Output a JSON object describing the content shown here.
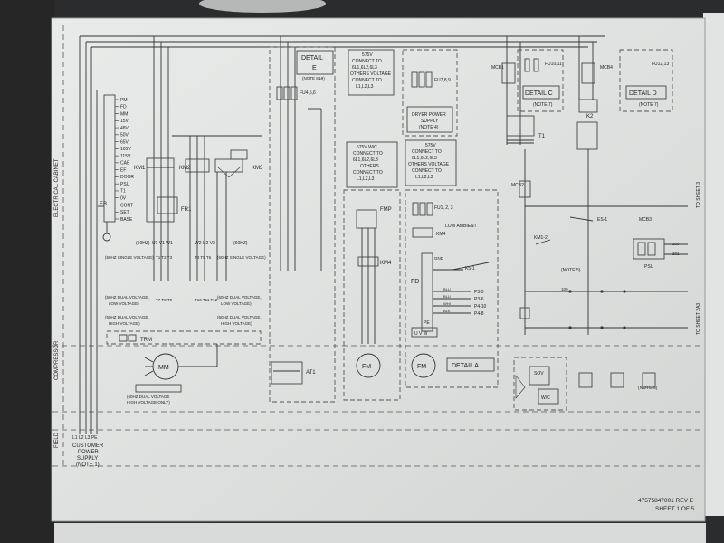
{
  "side_labels": {
    "electrical_cabinet": "ELECTRICAL CABINET",
    "compressor": "COMPRESSOR",
    "field": "FIELD",
    "to_sheet_3": "TO SHEET 3",
    "to_sheet_2a3": "TO SHEET 2A3"
  },
  "panel_signals": [
    "PM",
    "FD",
    "MM",
    "15V",
    "48V",
    "50V",
    "65V",
    "105V",
    "115V",
    "CAB",
    "EF",
    "DOOR",
    "PSU",
    "T1",
    "0V",
    "CONT",
    "SET",
    "BASE"
  ],
  "main_circuit": {
    "km1": "KM1",
    "km2": "KM2",
    "km3": "KM3",
    "fr1": "FR1",
    "eb": "EB",
    "trm": "TRM",
    "motor": "MM",
    "hz50": "(50HZ)",
    "hz60": "(60HZ)",
    "row1_terminals": "U1 V1 W1",
    "row2_terminals": "W2 U2 V2",
    "single_50": "(50HZ SINGLE VOLTAGE)",
    "single_60": "(60HZ SINGLE VOLTAGE)",
    "dual_low_a": "(50HZ DUAL VOLTAGE,",
    "dual_low_b": "LOW VOLTAGE)",
    "dual_high_a": "(50HZ DUAL VOLTAGE,",
    "dual_high_b": "HIGH VOLTAGE)",
    "dual_low_60_a": "(60HZ DUAL VOLTAGE,",
    "dual_low_60_b": "LOW VOLTAGE)",
    "dual_high_60_a": "(60HZ DUAL VOLTAGE,",
    "dual_high_60_b": "HIGH VOLTAGE)",
    "bottom_note_a": "(60HZ DUAL VOLTAGE",
    "bottom_note_b": "HIGH VOLTAGE ONLY)",
    "terminal_t_row": "T1 T2 T3",
    "terminal_t4_row": "T4 T5 T6",
    "terminal_t7_row": "T7 T8 T9",
    "terminal_t10_row": "T10 T11 T12"
  },
  "supply": {
    "terminals": "L1 L2 L3 PE",
    "line1": "CUSTOMER",
    "line2": "POWER",
    "line3": "SUPPLY",
    "line4": "(NOTE 1)"
  },
  "detail_e": {
    "title_a": "DETAIL",
    "title_b": "E",
    "note": "(NOTE 8&9)",
    "fuse": "FU4,5,6",
    "at": "AT1"
  },
  "dryer": {
    "v575_a": "575V",
    "v575_b": "CONNECT TO",
    "v575_c": "6L1,6L2,6L3",
    "v575_d": "OTHERS VOLTAGE",
    "v575_e": "CONNECT TO",
    "v575_f": "L1,L2,L3",
    "fuse": "FU7,8,9",
    "psu_a": "DRYER POWER",
    "psu_b": "SUPPLY",
    "psu_c": "(NOTE 4)"
  },
  "fan_wc": {
    "a": "575V W/C",
    "b": "CONNECT TO",
    "c": "6L1,6L2,6L3",
    "d": "OTHERS",
    "e": "CONNECT TO",
    "f": "L1,L2,L3",
    "fmp": "FMP",
    "km4": "KM4",
    "motor": "FM"
  },
  "fan_ambient": {
    "a": "575V",
    "b": "CONNECT TO",
    "c": "6L1,6L2,6L3",
    "d": "OTHERS VOLTAGE",
    "e": "CONNECT TO",
    "f": "L1,L2,L3",
    "fuse": "FU1, 2, 3",
    "km4": "KM4",
    "low_ambient": "LOW AMBIENT",
    "fd": "FD",
    "k5": "K5-1",
    "p3_5": "P3-5",
    "p3_6": "P3-6",
    "p4_10": "P4-10",
    "p4_8": "P4-8",
    "blu1": "BLU",
    "blu2": "BLU",
    "wht": "WHI",
    "blk": "BLK",
    "gnd": "GND",
    "pe": "PE",
    "uvw": "U V W",
    "motor": "FM",
    "detail_a": "DETAIL A"
  },
  "control": {
    "mcb1": "MCB1",
    "fu10": "FU10,11",
    "mcb4": "MCB4",
    "fu12": "FU12,13",
    "detail_c": "DETAIL C",
    "detail_c_note": "(NOTE 7)",
    "detail_d": "DETAIL D",
    "detail_d_note": "(NOTE 7)",
    "t1": "T1",
    "k2": "K2",
    "mcb2": "MCB2",
    "km1_2": "KM1-2",
    "es_1": "ES-1",
    "mcb3": "MCB3",
    "psu": "PSU",
    "note5": "(NOTE 5)",
    "note6": "(NOTE 6)",
    "w1": "100",
    "w2": "200",
    "w3": "201",
    "wc": "W/C"
  },
  "footer": {
    "drawing_no": "47575847001 REV E",
    "sheet": "SHEET 1 OF 5"
  }
}
